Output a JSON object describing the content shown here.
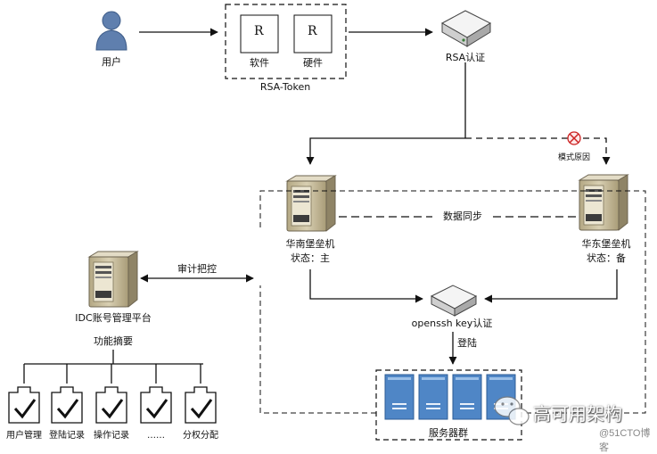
{
  "nodes": {
    "user": "用户",
    "rsa_token": "RSA-Token",
    "software": "软件",
    "hardware": "硬件",
    "rsa_letter_1": "R",
    "rsa_letter_2": "R",
    "rsa_auth": "RSA认证",
    "fault_note": "模式原因",
    "south_name": "华南堡垒机",
    "south_state": "状态：主",
    "east_name": "华东堡垒机",
    "east_state": "状态：备",
    "data_sync": "数据同步",
    "openssh": "openssh key认证",
    "login": "登陆",
    "server_group": "服务器群",
    "idc_platform": "IDC账号管理平台",
    "audit": "审计把控",
    "features": "功能摘要"
  },
  "features_list": [
    "用户管理",
    "登陆记录",
    "操作记录",
    "……",
    "分权分配"
  ],
  "watermark": {
    "name": "高可用架构",
    "site": "@51CTO博客"
  },
  "colors": {
    "server_body": "#c9bd9c",
    "server_panel": "#e9e2cc",
    "server_blue": "#4f86c6",
    "user_blue": "#5f7fae",
    "line": "#111111"
  }
}
